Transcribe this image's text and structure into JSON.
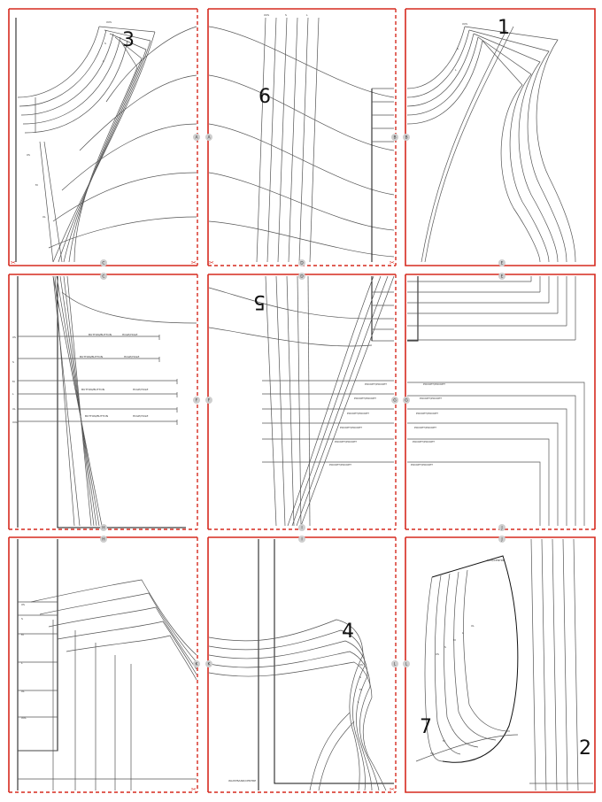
{
  "pages": {
    "p1": {
      "number": "3",
      "col_letter": "C"
    },
    "p2": {
      "number": "6",
      "col_letter": "D",
      "row_letter": "A"
    },
    "p3": {
      "number": "1",
      "col_letter": "E",
      "row_letter": "B"
    },
    "p4": {
      "col_letter": "C",
      "bottom_letter": "H"
    },
    "p5": {
      "number": "5",
      "col_letter": "D",
      "row_letter": "F",
      "bottom_letter": "I"
    },
    "p6": {
      "col_letter": "E",
      "row_letter": "G",
      "bottom_letter": "J"
    },
    "p7": {
      "col_letter": "H",
      "row_letter": "K"
    },
    "p8": {
      "number": "4",
      "col_letter": "I",
      "row_letter": "L"
    },
    "p9": {
      "number_top": "7",
      "number_bottom": "2",
      "col_letter": "J"
    }
  },
  "colors": {
    "cut_line": "#d62a1f",
    "pattern_line": "#555555",
    "marker": "#cfcfcf"
  }
}
